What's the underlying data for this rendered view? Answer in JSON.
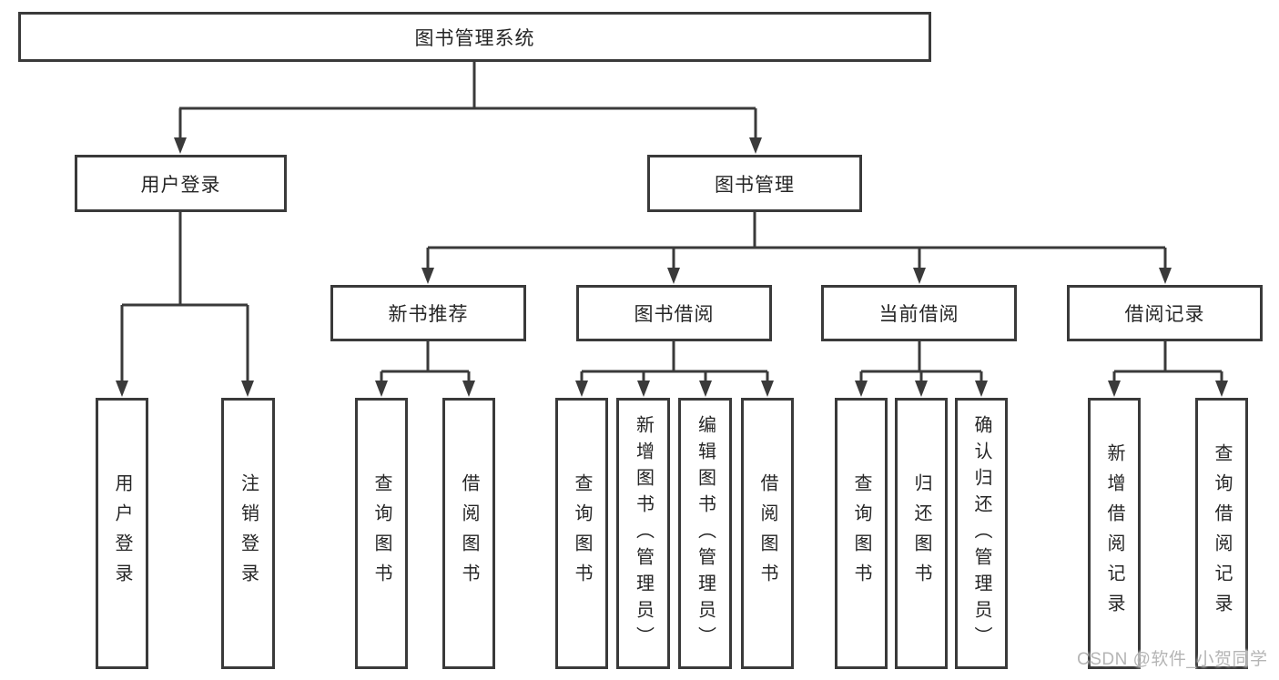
{
  "tree": {
    "root": {
      "label": "图书管理系统",
      "children": [
        {
          "label": "用户登录",
          "children": [
            {
              "label": "用户登录"
            },
            {
              "label": "注销登录"
            }
          ]
        },
        {
          "label": "图书管理",
          "children": [
            {
              "label": "新书推荐",
              "children": [
                {
                  "label": "查询图书"
                },
                {
                  "label": "借阅图书"
                }
              ]
            },
            {
              "label": "图书借阅",
              "children": [
                {
                  "label": "查询图书"
                },
                {
                  "label": "新增图书（管理员）"
                },
                {
                  "label": "编辑图书（管理员）"
                },
                {
                  "label": "借阅图书"
                }
              ]
            },
            {
              "label": "当前借阅",
              "children": [
                {
                  "label": "查询图书"
                },
                {
                  "label": "归还图书"
                },
                {
                  "label": "确认归还（管理员）"
                }
              ]
            },
            {
              "label": "借阅记录",
              "children": [
                {
                  "label": "新增借阅记录"
                },
                {
                  "label": "查询借阅记录"
                }
              ]
            }
          ]
        }
      ]
    }
  },
  "watermark": {
    "text": "CSDN @软件_小贺同学"
  },
  "colors": {
    "line": "#3a3a3a",
    "text": "#262626",
    "watermark": "#b5b5b5",
    "background": "#ffffff"
  }
}
